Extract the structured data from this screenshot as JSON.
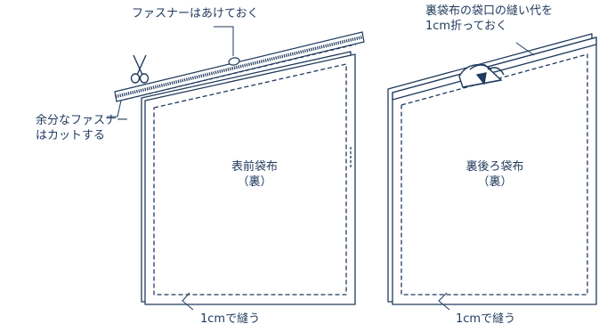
{
  "colors": {
    "line": "#1f3a5c",
    "fill": "#ffffff"
  },
  "icons": [
    "scissors-icon",
    "iron-icon"
  ],
  "left_panel": {
    "zipper_note": "ファスナーはあけておく",
    "cut_note_line1": "余分なファスナー",
    "cut_note_line2": "はカットする",
    "piece_name": "表前袋布",
    "piece_side": "（裏）",
    "sew_note": "1cmで縫う"
  },
  "right_panel": {
    "fold_note_line1": "裏袋布の袋口の縫い代を",
    "fold_note_line2": "1cm折っておく",
    "piece_name": "裏後ろ袋布",
    "piece_side": "（裏）",
    "sew_note": "1cmで縫う"
  }
}
